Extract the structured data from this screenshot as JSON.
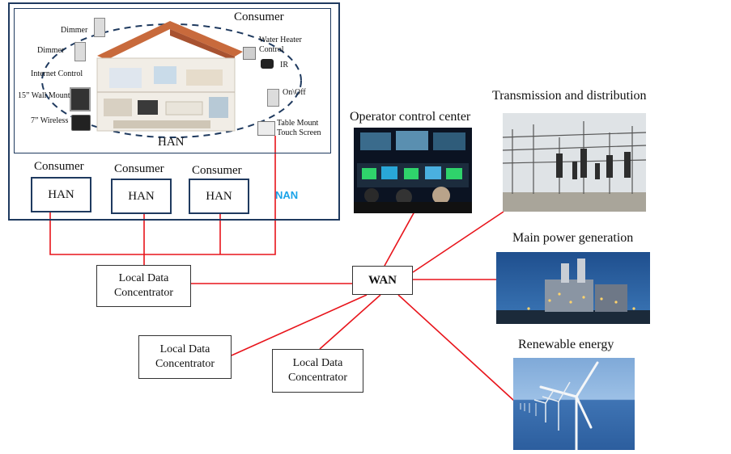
{
  "home": {
    "consumer_title": "Consumer",
    "han_label": "HAN",
    "devices": {
      "dimmer_1": "Dimmer",
      "dimmer_2": "Dimmer",
      "internet_control": "Internet Control",
      "wall_mount": "15” Wall Mount",
      "wireless": "7” Wireless",
      "water_heater_line1": "Water Heater",
      "water_heater_line2": "Control",
      "ir": "IR",
      "on_off": "On\\Off",
      "touch_line1": "Table Mount",
      "touch_line2": "Touch Screen"
    }
  },
  "neighborhood": {
    "nan_label": "NAN",
    "consumers": [
      {
        "title": "Consumer",
        "han": "HAN"
      },
      {
        "title": "Consumer",
        "han": "HAN"
      },
      {
        "title": "Consumer",
        "han": "HAN"
      }
    ]
  },
  "concentrators": [
    {
      "line1": "Local Data",
      "line2": "Concentrator"
    },
    {
      "line1": "Local Data",
      "line2": "Concentrator"
    },
    {
      "line1": "Local Data",
      "line2": "Concentrator"
    }
  ],
  "wan": {
    "label": "WAN"
  },
  "endpoints": {
    "operator": "Operator control center",
    "transmission": "Transmission and distribution",
    "generation": "Main power generation",
    "renewable": "Renewable energy"
  },
  "colors": {
    "wire": "#e8141b",
    "frame": "#1f3a5f",
    "nan": "#1aa3e8"
  }
}
